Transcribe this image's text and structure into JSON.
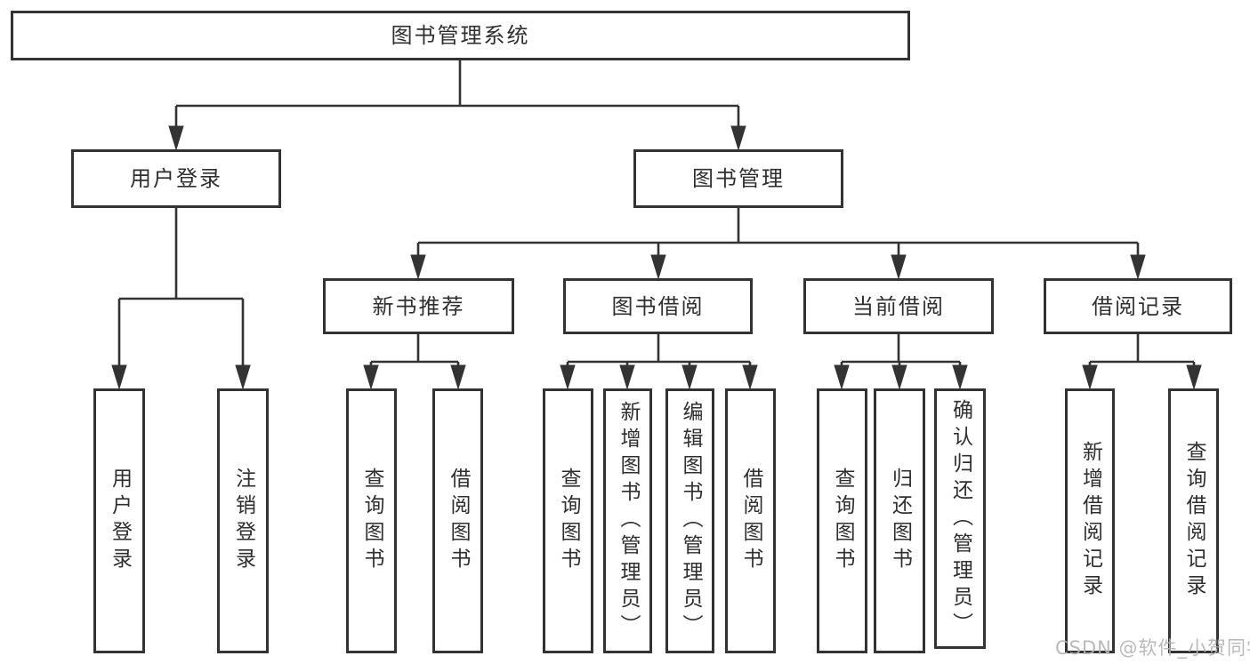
{
  "tree": {
    "root": {
      "label": "图书管理系统"
    },
    "children": [
      {
        "label": "用户登录",
        "children": [
          {
            "label": "用户登录"
          },
          {
            "label": "注销登录"
          }
        ]
      },
      {
        "label": "图书管理",
        "children": [
          {
            "label": "新书推荐",
            "children": [
              {
                "label": "查询图书"
              },
              {
                "label": "借阅图书"
              }
            ]
          },
          {
            "label": "图书借阅",
            "children": [
              {
                "label": "查询图书"
              },
              {
                "label": "新增图书（管理员）"
              },
              {
                "label": "编辑图书（管理员）"
              },
              {
                "label": "借阅图书"
              }
            ]
          },
          {
            "label": "当前借阅",
            "children": [
              {
                "label": "查询图书"
              },
              {
                "label": "归还图书"
              },
              {
                "label": "确认归还（管理员）"
              }
            ]
          },
          {
            "label": "借阅记录",
            "children": [
              {
                "label": "新增借阅记录"
              },
              {
                "label": "查询借阅记录"
              }
            ]
          }
        ]
      }
    ]
  },
  "watermark": {
    "text": "CSDN @软件_小贺同学"
  },
  "colors": {
    "line": "#333333",
    "text": "#2f2f2f",
    "watermark": "#b5b5b5",
    "background": "#ffffff"
  }
}
